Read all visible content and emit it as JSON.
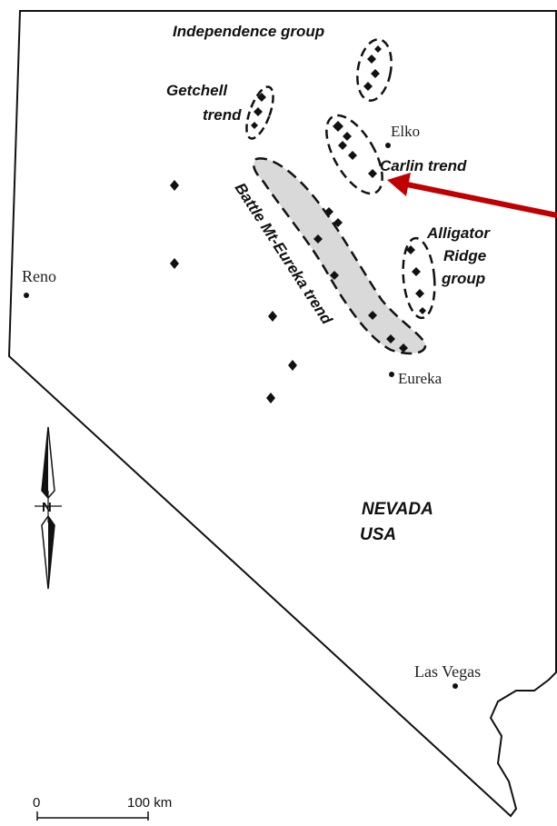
{
  "map": {
    "state_label": "NEVADA",
    "country_label": "USA",
    "north_letter": "N",
    "arrow_color": "#c00000",
    "highlight_fill": "#d9d9d9",
    "outline_color": "#111111",
    "cities": [
      {
        "name": "Reno"
      },
      {
        "name": "Elko"
      },
      {
        "name": "Eureka"
      },
      {
        "name": "Las Vegas"
      }
    ],
    "trends": [
      {
        "name": "Independence group"
      },
      {
        "name_line1": "Getchell",
        "name_line2": "trend"
      },
      {
        "name": "Carlin trend"
      },
      {
        "name_line1": "Alligator",
        "name_line2": "Ridge",
        "name_line3": "group"
      },
      {
        "name": "Battle Mt-Eureka trend"
      }
    ],
    "scale_bar": {
      "start_label": "0",
      "end_label": "100 km"
    }
  }
}
